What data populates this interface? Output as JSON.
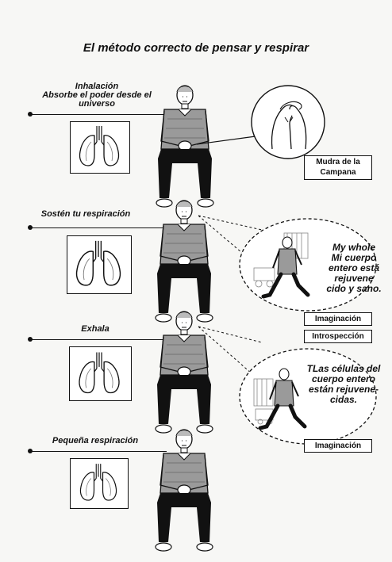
{
  "title": "El método correcto de pensar y respirar",
  "stages": [
    {
      "label_line1": "Inhalación",
      "label_line2": "Absorbe el poder desde el",
      "label_line3": "universo"
    },
    {
      "label": "Sostén tu respiración"
    },
    {
      "label": "Exhala"
    },
    {
      "label": "Pequeña respiración"
    }
  ],
  "mudra": {
    "line1": "Mudra de la",
    "line2": "Campana"
  },
  "bubble1": {
    "text_lines": [
      "My whole",
      "Mi cuerpo",
      "entero está",
      "rejuvene",
      "cido y sano."
    ],
    "tags": [
      "Imaginación",
      "Introspección"
    ]
  },
  "bubble2": {
    "text_lines": [
      "TLas células del",
      "cuerpo entero",
      "están rejuvene-",
      "cidas."
    ],
    "tags": [
      "Imaginación"
    ]
  },
  "icons": [
    "lungs-icon",
    "seated-person-icon",
    "bell-mudra-hands-icon",
    "walking-person-icon"
  ]
}
